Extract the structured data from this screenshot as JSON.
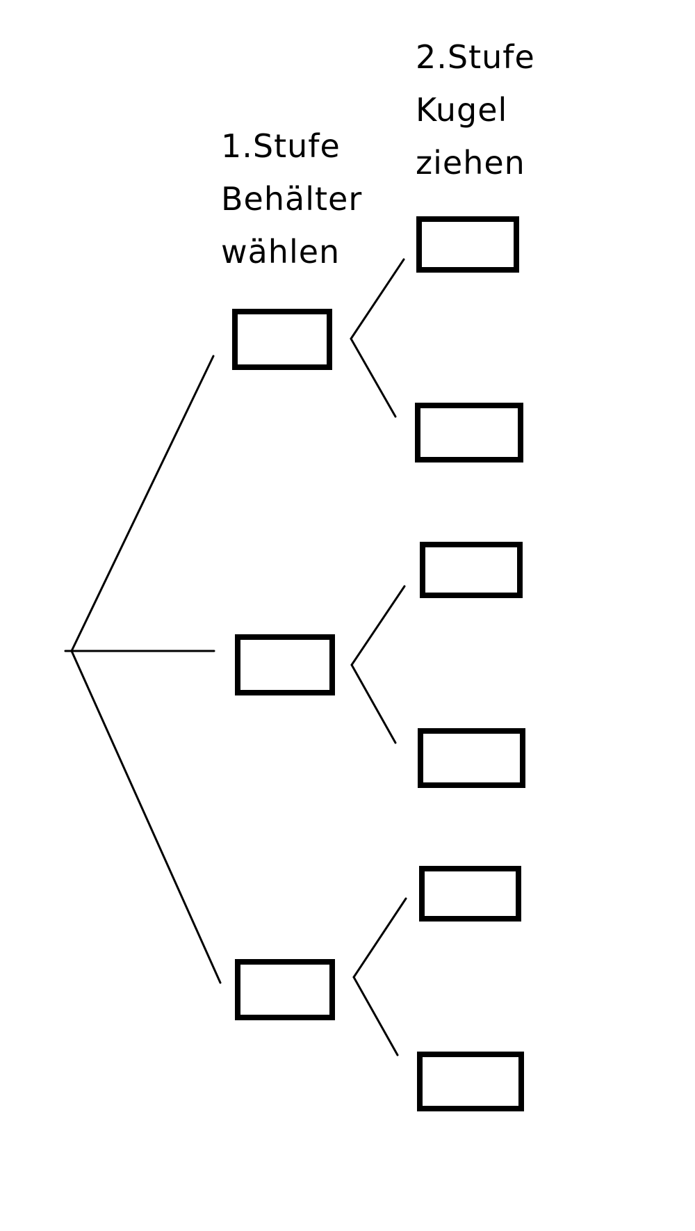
{
  "stage1": {
    "line1": "1.Stufe",
    "line2": "Behälter",
    "line3": "wählen"
  },
  "stage2": {
    "line1": "2.Stufe",
    "line2": "Kugel",
    "line3": "ziehen"
  },
  "tree": {
    "stage1_box_count": 3,
    "stage2_boxes_per_branch": 2
  },
  "colors": {
    "stroke": "#000000",
    "background": "#ffffff"
  }
}
